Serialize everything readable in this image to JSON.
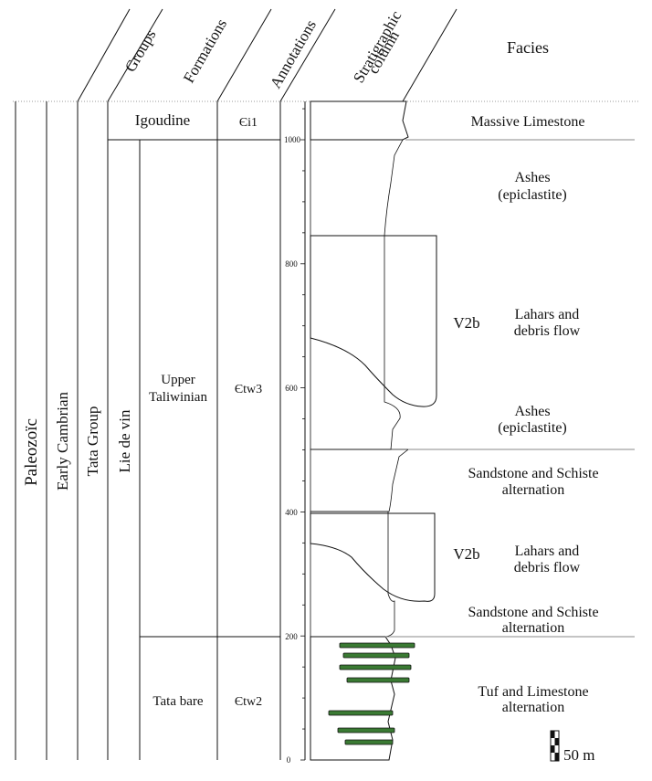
{
  "headers": {
    "groups": "Groups",
    "formations": "Formations",
    "annotations": "Annotations",
    "stratigraphic_column": [
      "Stratigraphic",
      "column"
    ],
    "facies": "Facies"
  },
  "columns": {
    "era": "Paleozoïc",
    "period": "Early Cambrian",
    "group": "Tata Group",
    "subgroup": "Lie de vin"
  },
  "formations": [
    {
      "name": [
        "Igoudine"
      ],
      "code": "Єi1"
    },
    {
      "name": [
        "Upper",
        "Taliwinian"
      ],
      "code": "Єtw3"
    },
    {
      "name": [
        "Tata bare"
      ],
      "code": "Єtw2"
    }
  ],
  "depth_axis": {
    "ticks": [
      "0",
      "200",
      "400",
      "600",
      "800",
      "1000"
    ]
  },
  "facies": [
    {
      "lines": [
        "Massive Limestone"
      ]
    },
    {
      "lines": [
        "Ashes",
        "(epiclastite)"
      ]
    },
    {
      "lines": [
        "Lahars and",
        "debris flow"
      ],
      "tag": "V2b"
    },
    {
      "lines": [
        "Ashes",
        "(epiclastite)"
      ]
    },
    {
      "lines": [
        "Sandstone and Schiste",
        "alternation"
      ]
    },
    {
      "lines": [
        "Lahars and",
        "debris flow"
      ],
      "tag": "V2b"
    },
    {
      "lines": [
        "Sandstone and Schiste",
        "alternation"
      ]
    },
    {
      "lines": [
        "Tuf and Limestone",
        "alternation"
      ]
    }
  ],
  "scale_bar": {
    "label": "50 m"
  },
  "colors": {
    "limestone": "#27b38a",
    "ash": "#f6dbe9",
    "lahar": "#4f93cf",
    "tuf": "#3a7a33",
    "line": "#111111"
  }
}
